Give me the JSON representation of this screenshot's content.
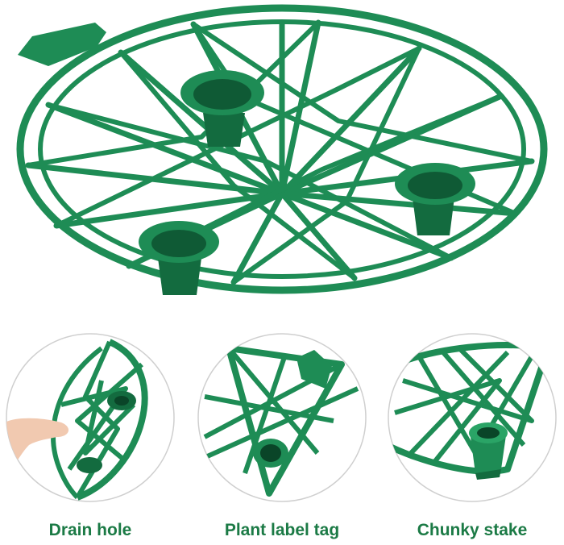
{
  "captions": {
    "drain_hole": "Drain hole",
    "plant_label_tag": "Plant label tag",
    "chunky_stake": "Chunky stake"
  },
  "colors": {
    "plastic": "#1e8c55",
    "plastic_dark": "#136b3f",
    "plastic_light": "#2aa466",
    "caption": "#1b7a45",
    "circle_border": "#cfcfcf",
    "background": "#ffffff"
  },
  "icons": [
    "plant-support-ring",
    "leg-stake",
    "drain-hole",
    "label-tag",
    "hand"
  ]
}
